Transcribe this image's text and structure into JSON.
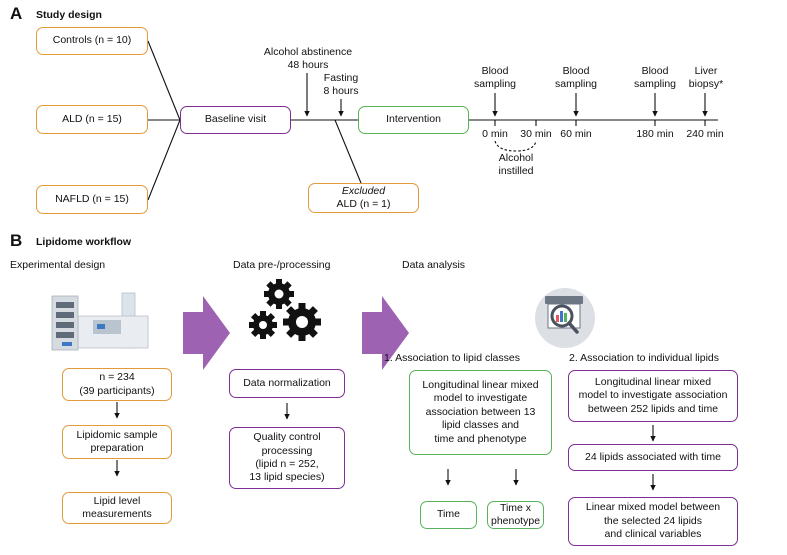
{
  "panel_a": {
    "letter": "A",
    "title": "Study design",
    "groups": [
      "Controls (n = 10)",
      "ALD (n = 15)",
      "NAFLD (n = 15)"
    ],
    "baseline": "Baseline visit",
    "alcohol_abstinence": "Alcohol abstinence\n48 hours",
    "fasting": "Fasting\n8 hours",
    "intervention": "Intervention",
    "excluded_title": "Excluded",
    "excluded_text": "ALD (n = 1)",
    "samplings": [
      "Blood\nsampling",
      "Blood\nsampling",
      "Blood\nsampling",
      "Liver\nbiopsy*"
    ],
    "times": [
      "0 min",
      "30 min",
      "60 min",
      "180 min",
      "240 min"
    ],
    "alcohol_instilled": "Alcohol\ninstilled"
  },
  "panel_b": {
    "letter": "B",
    "title": "Lipidome workflow",
    "col1": {
      "heading": "Experimental design",
      "steps": [
        "n = 234\n(39 participants)",
        "Lipidomic sample\npreparation",
        "Lipid level\nmeasurements"
      ]
    },
    "col2": {
      "heading": "Data pre-/processing",
      "steps": [
        "Data normalization",
        "Quality control\nprocessing\n(lipid n = 252,\n13 lipid species)"
      ]
    },
    "col3": {
      "heading": "Data analysis",
      "sub1": "1. Association to lipid classes",
      "sub1_box": "Longitudinal linear mixed\nmodel to investigate\nassociation between 13\nlipid classes and\ntime and phenotype",
      "time": "Time",
      "time_pheno": "Time x\nphenotype",
      "sub2": "2. Association to individual lipids",
      "sub2_box": "Longitudinal linear mixed\nmodel to investigate association\nbetween 252 lipids and time",
      "assoc": "24 lipids associated with time",
      "final": "Linear mixed model between\nthe selected 24 lipids\nand clinical variables"
    }
  },
  "colors": {
    "orange": "#e39a3b",
    "purple": "#7d2f93",
    "green": "#58b45c",
    "arrow_fill": "#9d62b2"
  }
}
